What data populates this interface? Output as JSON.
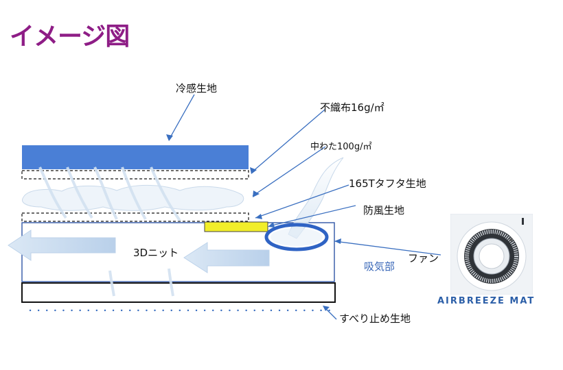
{
  "title": "イメージ図",
  "labels": {
    "cool_fabric": "冷感生地",
    "nonwoven": "不織布16g/㎡",
    "batting": "中わた100g/㎡",
    "taffeta": "165Tタフタ生地",
    "windproof": "防風生地",
    "knit_3d": "3Dニット",
    "fan": "ファン",
    "intake": "吸気部",
    "nonslip": "すべり止め生地"
  },
  "product": {
    "brand": "AIRBREEZE MAT"
  },
  "colors": {
    "title": "#8e1d86",
    "top_layer": "#4a7fd6",
    "fan_part": "#f2ee2a",
    "arrow": "#c9ddf0",
    "leader": "#3a6fc0",
    "intake_text": "#3a68b8"
  }
}
